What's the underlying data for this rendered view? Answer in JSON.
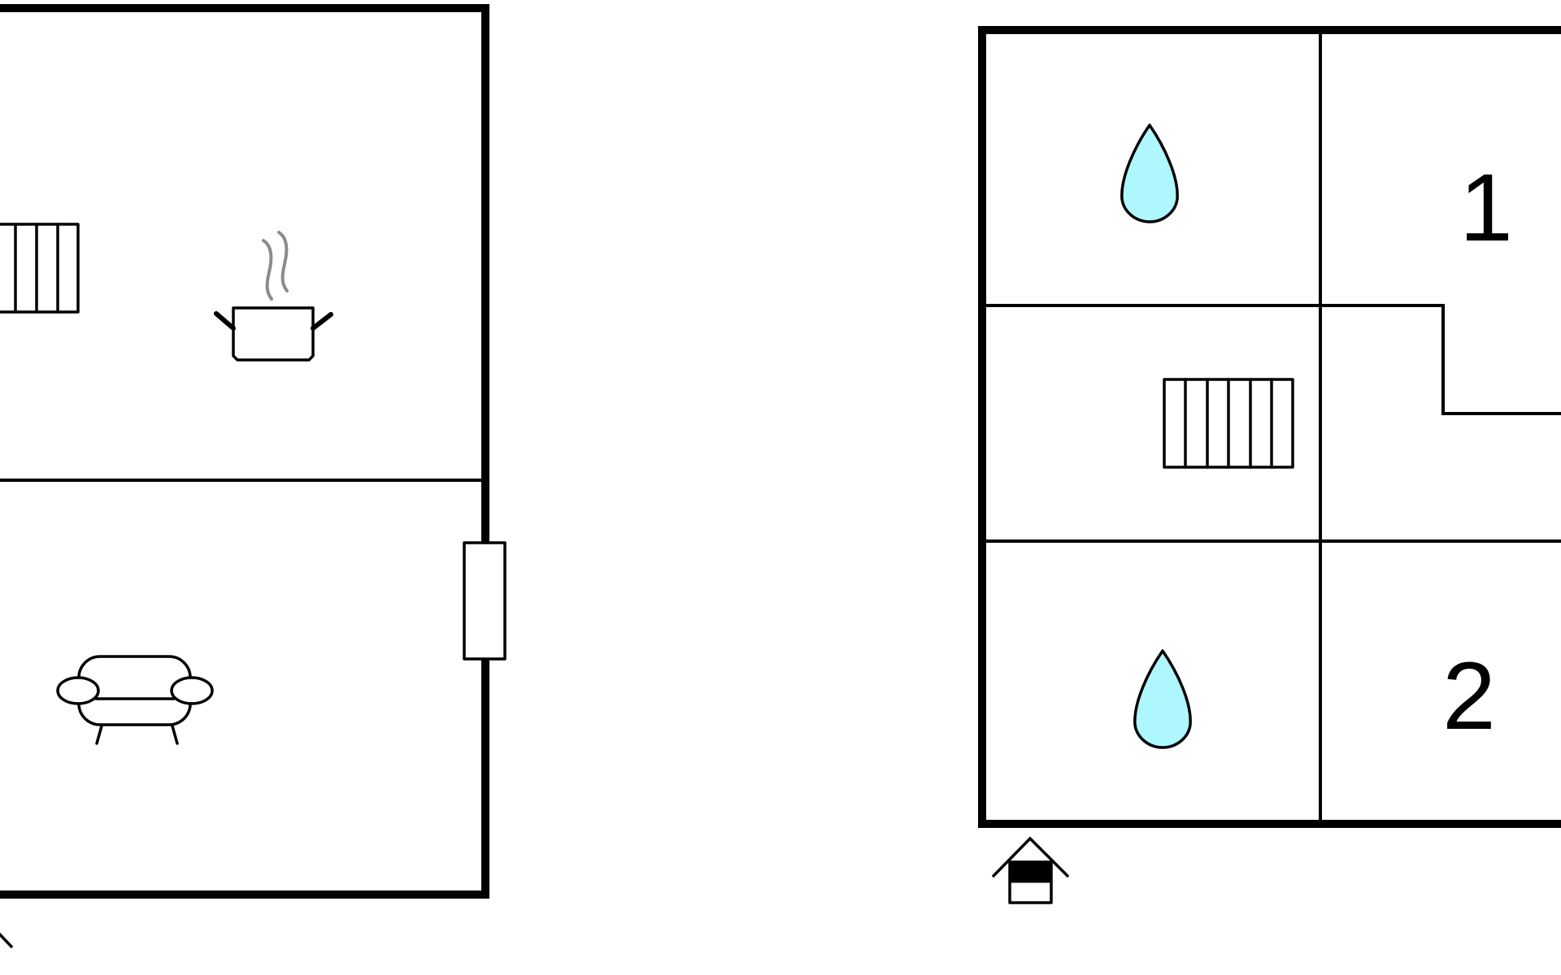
{
  "colors": {
    "walls": "#000000",
    "background": "#ffffff",
    "water_drop": "#aef7ff",
    "steam": "#8c8c8c"
  },
  "floor_left": {
    "rooms": [
      {
        "name": "kitchen",
        "icons": [
          "radiator-icon",
          "cooking-pot-icon"
        ]
      },
      {
        "name": "living-room",
        "icons": [
          "sofa-icon"
        ]
      }
    ],
    "features": [
      "window-icon"
    ]
  },
  "floor_right": {
    "rooms": [
      {
        "name": "bathroom-upper",
        "icons": [
          "water-drop-icon"
        ]
      },
      {
        "name": "bedroom-1",
        "label": "1"
      },
      {
        "name": "hallway",
        "icons": [
          "radiator-icon"
        ]
      },
      {
        "name": "bathroom-lower",
        "icons": [
          "water-drop-icon"
        ]
      },
      {
        "name": "bedroom-2",
        "label": "2"
      }
    ],
    "features": [
      "entrance-icon"
    ]
  }
}
